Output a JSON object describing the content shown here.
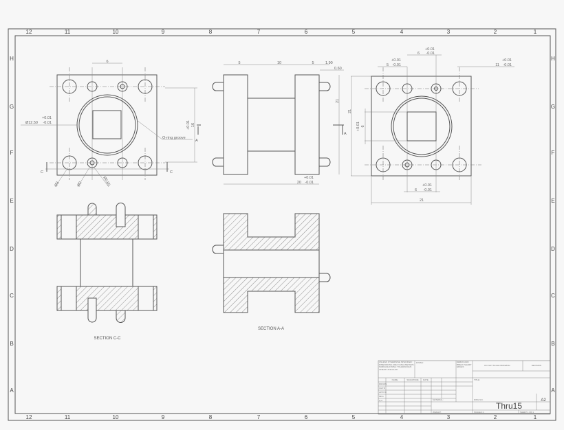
{
  "drawing": {
    "zones": {
      "columns": [
        "12",
        "11",
        "10",
        "9",
        "8",
        "7",
        "6",
        "5",
        "4",
        "3",
        "2",
        "1"
      ],
      "rows": [
        "H",
        "G",
        "F",
        "E",
        "D",
        "C",
        "B",
        "A"
      ]
    },
    "front_view": {
      "dim_top": "6",
      "dim_diameter": "Ø12.50",
      "tol_diameter_plus": "+0.01",
      "tol_diameter_minus": "-0.01",
      "dim_vertical": "16",
      "tol_vertical_plus": "+0.01",
      "tol_vertical_minus": "-0.01",
      "note": "O-ring groove",
      "hole_1": "Ø3",
      "hole_2": "Ø2",
      "hole_3": "Ø0.80",
      "section_label_left": "C",
      "section_label_right": "C",
      "section_arrow": "A"
    },
    "side_view": {
      "dim_1": "5",
      "dim_2": "10",
      "dim_3": "5",
      "dim_4": "1.90",
      "dim_5": "0.60",
      "dim_height": "21",
      "dim_width": "20",
      "tol_width_plus": "+0.01",
      "tol_width_minus": "-0.01",
      "section_arrow": "A"
    },
    "back_view": {
      "dim_top_6": "6",
      "dim_top_5": "5",
      "dim_top_11": "11",
      "dim_left_21": "21",
      "dim_left_6": "6",
      "dim_bottom_6": "6",
      "dim_bottom_21": "21",
      "tol_plus": "+0.01",
      "tol_minus": "-0.01"
    },
    "section_cc_label": "SECTION C-C",
    "section_aa_label": "SECTION A-A"
  },
  "title_block": {
    "unless": "UNLESS OTHERWISE SPECIFIED: DIMENSIONS ARE IN MILLIMETERS SURFACE FINISH: TOLERANCES: LINEAR: ANGULAR:",
    "finish": "FINISH:",
    "debur": "DEBUR AND BREAK SHARP EDGES",
    "do_not_scale": "DO NOT SCALE DRAWING",
    "revision": "REVISION",
    "col_name": "NAME",
    "col_signature": "SIGNATURE",
    "col_date": "DATE",
    "rows": [
      "DRAWN",
      "CHK'D",
      "APPV'D",
      "MFG",
      "Q.A"
    ],
    "title": "TITLE:",
    "material": "MATERIAL:",
    "weight": "WEIGHT:",
    "dwg_no_label": "DWG NO.",
    "dwg_no": "Thru15",
    "size": "A2",
    "scale": "SCALE:1:1",
    "sheet": "SHEET 1 OF 1"
  }
}
